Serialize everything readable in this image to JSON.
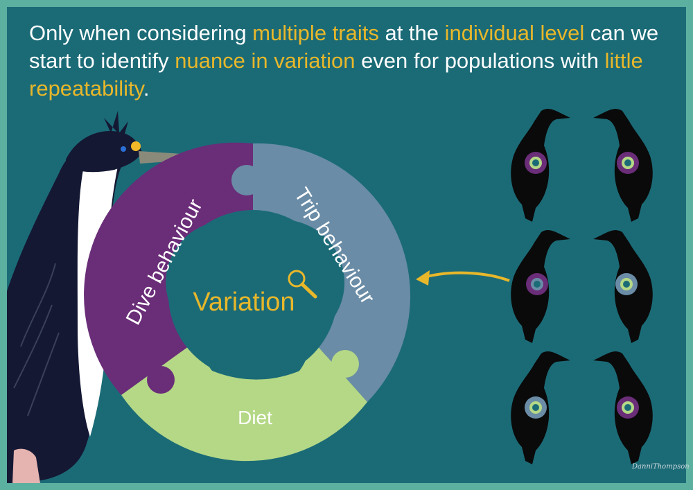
{
  "headline": {
    "t1": "Only when considering ",
    "h1": "multiple traits",
    "t2": " at the ",
    "h2": "individual level",
    "t3": " can we start to identify ",
    "h3": "nuance in variation",
    "t4": " even for populations with ",
    "h4": "little repeatability",
    "t5": "."
  },
  "ring": {
    "center": "Variation",
    "dive": "Dive behaviour",
    "trip": "Trip behaviour",
    "diet": "Diet"
  },
  "signature": "DanniThompson",
  "colors": {
    "background": "#1b6b77",
    "border": "#5bb0a0",
    "highlight": "#e8b72a",
    "dive": "#6a2d78",
    "trip": "#6a8ca6",
    "diet": "#b5d886",
    "bird": "#0a0a0a"
  },
  "icons": {
    "magnifier": "magnifier-icon",
    "arrow": "curved-arrow-icon"
  }
}
